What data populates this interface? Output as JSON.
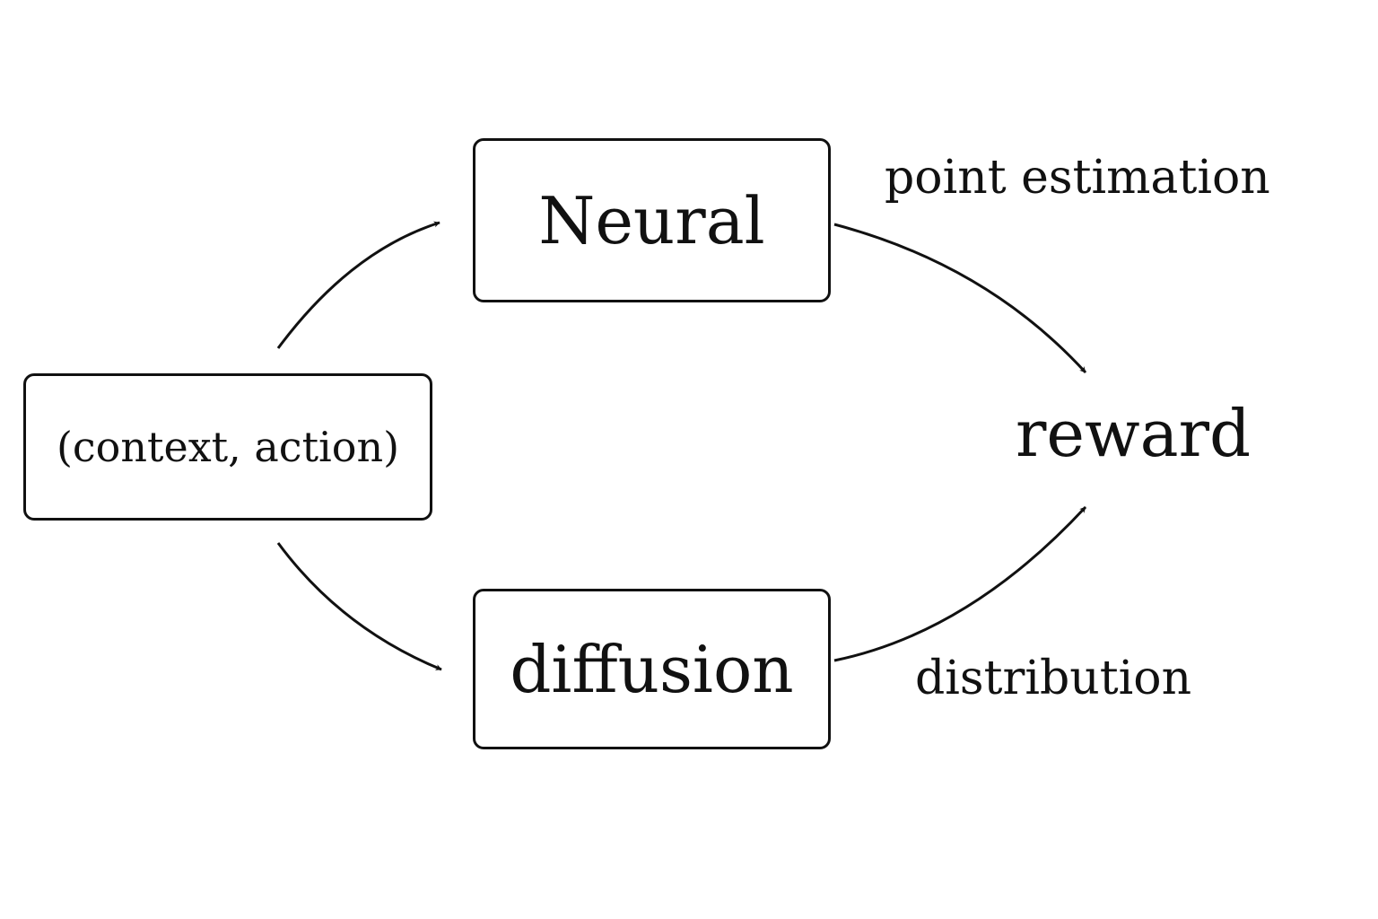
{
  "nodes": {
    "input": "(context, action)",
    "neural": "Neural",
    "diffusion": "diffusion",
    "output": "reward"
  },
  "edge_labels": {
    "neural_to_output": "point estimation",
    "diffusion_to_output": "distribution"
  },
  "colors": {
    "stroke": "#111111",
    "background": "#ffffff"
  }
}
